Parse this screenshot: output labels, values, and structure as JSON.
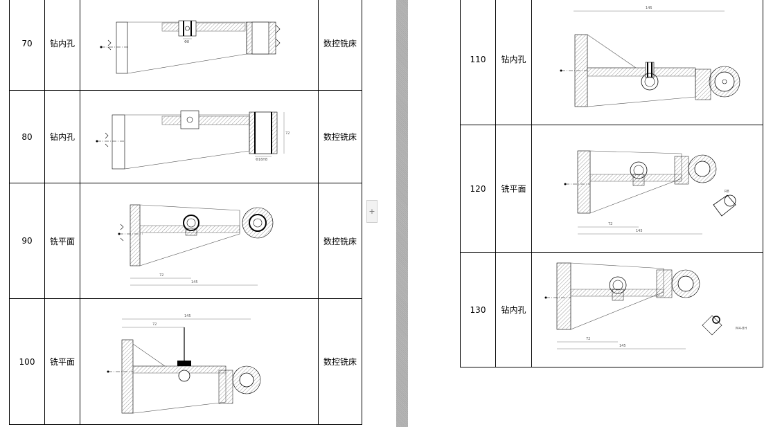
{
  "left_table": {
    "rows": [
      {
        "no": "70",
        "op": "钻内孔",
        "machine": "数控铣床"
      },
      {
        "no": "80",
        "op": "钻内孔",
        "machine": "数控铣床"
      },
      {
        "no": "90",
        "op": "铣平面",
        "machine": "数控铣床"
      },
      {
        "no": "100",
        "op": "铣平面",
        "machine": "数控铣床"
      }
    ],
    "annotations": {
      "r70_dim": "Φ8",
      "r80_dim1": "Φ16H8",
      "r80_dim2": "72",
      "r90_dim1": "72",
      "r90_dim2": "145",
      "r100_dim1": "72",
      "r100_dim2": "145"
    }
  },
  "right_table": {
    "rows": [
      {
        "no": "110",
        "op": "钻内孔"
      },
      {
        "no": "120",
        "op": "铣平面"
      },
      {
        "no": "130",
        "op": "钻内孔"
      }
    ],
    "annotations": {
      "r110_dim": "145",
      "r120_dim1": "72",
      "r120_dim2": "145",
      "r120_dim3": "R8",
      "r130_dim1": "72",
      "r130_dim2": "145",
      "r130_dim3": "M4-8H"
    }
  },
  "ui": {
    "add_tab_label": "+"
  }
}
